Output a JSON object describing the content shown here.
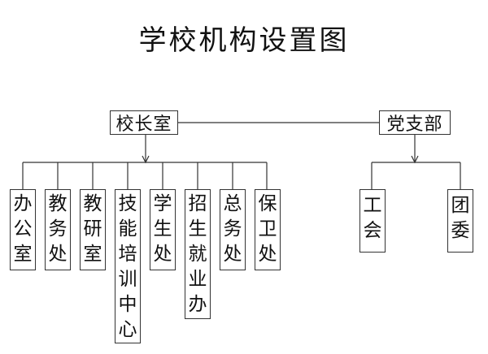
{
  "title": "学校机构设置图",
  "principal_office": "校长室",
  "party_branch": "党支部",
  "principal_departments": [
    [
      "办",
      "公",
      "室"
    ],
    [
      "教",
      "务",
      "处"
    ],
    [
      "教",
      "研",
      "室"
    ],
    [
      "技",
      "能",
      "培",
      "训",
      "中",
      "心"
    ],
    [
      "学",
      "生",
      "处"
    ],
    [
      "招",
      "生",
      "就",
      "业",
      "办"
    ],
    [
      "总",
      "务",
      "处"
    ],
    [
      "保",
      "卫",
      "处"
    ]
  ],
  "party_departments": [
    [
      "工",
      "会"
    ],
    [
      "团",
      "委"
    ]
  ]
}
